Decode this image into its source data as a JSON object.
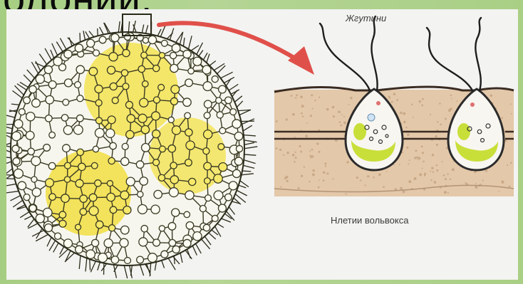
{
  "heading": {
    "text": "олонии."
  },
  "labels": {
    "flagella": "Жгутини",
    "cells": "Нлетии вольвокса"
  },
  "colors": {
    "frame": "#a9cf85",
    "panel": "#f3f3f1",
    "colony_outline": "#2a2a1a",
    "daughter_colony": "#f2e04a",
    "tissue": "#e2c7a8",
    "cell_green": "#c8df3a",
    "arrow": "#e0504a"
  },
  "icons": [
    "volvox-colony",
    "arrow",
    "cell-pair"
  ]
}
